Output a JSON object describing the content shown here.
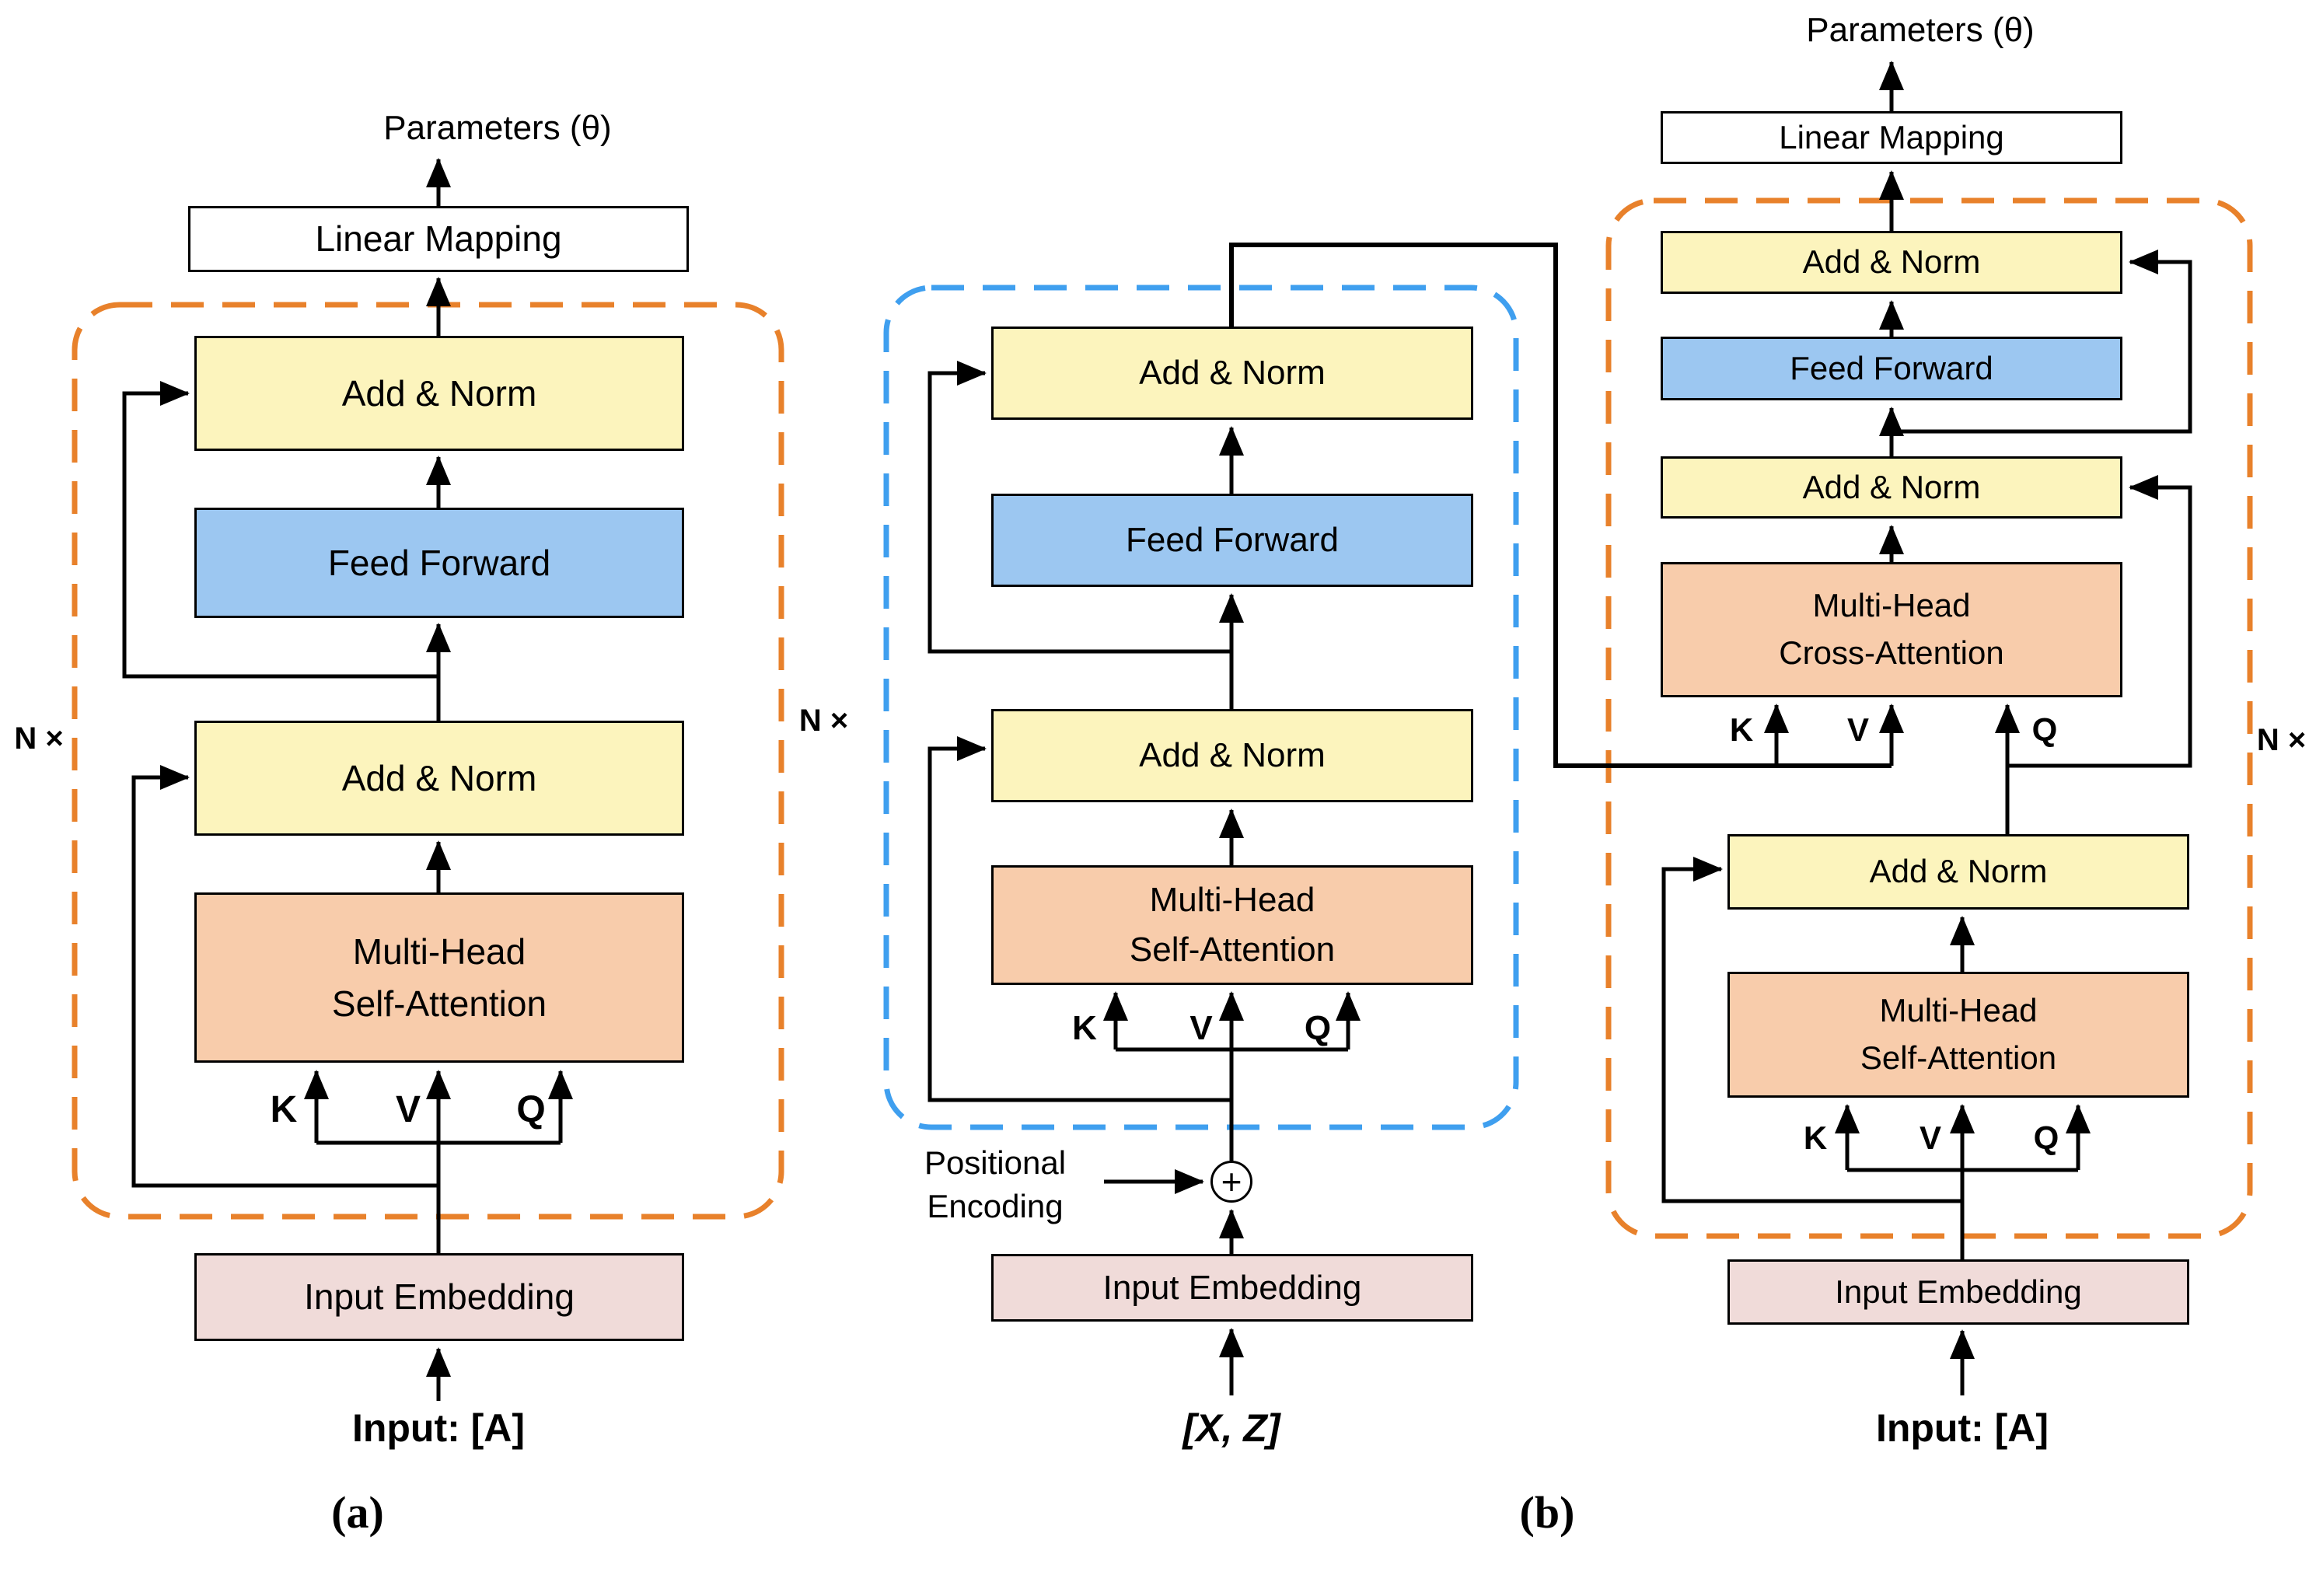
{
  "colors": {
    "box_yellow": "#FCF4BD",
    "box_blue": "#9CC7F1",
    "box_peach": "#F8CCAB",
    "box_pink": "#F0DBD9",
    "box_white": "#FFFFFF",
    "dash_orange": "#E8812B",
    "dash_blue": "#3F9FEF",
    "line_black": "#000000"
  },
  "panel_a": {
    "caption": "(a)",
    "parameters_label": "Parameters (θ)",
    "repeat_label": "N ×",
    "linear_mapping": "Linear Mapping",
    "add_norm_top": "Add & Norm",
    "feed_forward": "Feed Forward",
    "add_norm_bottom": "Add & Norm",
    "attention_line1": "Multi-Head",
    "attention_line2": "Self-Attention",
    "k": "K",
    "v": "V",
    "q": "Q",
    "input_embedding": "Input Embedding",
    "input_label": "Input: [A]"
  },
  "panel_b": {
    "caption": "(b)",
    "encoder": {
      "repeat_label": "N ×",
      "add_norm_top": "Add & Norm",
      "feed_forward": "Feed Forward",
      "add_norm_bottom": "Add & Norm",
      "attention_line1": "Multi-Head",
      "attention_line2": "Self-Attention",
      "k": "K",
      "v": "V",
      "q": "Q",
      "positional_line1": "Positional",
      "positional_line2": "Encoding",
      "plus": "+",
      "input_embedding": "Input Embedding",
      "input_label": "[X, Z]"
    },
    "decoder": {
      "parameters_label": "Parameters (θ)",
      "repeat_label": "N ×",
      "linear_mapping": "Linear Mapping",
      "add_norm_1": "Add & Norm",
      "feed_forward": "Feed Forward",
      "add_norm_2": "Add & Norm",
      "cross_attention_line1": "Multi-Head",
      "cross_attention_line2": "Cross-Attention",
      "cross_k": "K",
      "cross_v": "V",
      "cross_q": "Q",
      "add_norm_3": "Add & Norm",
      "self_attention_line1": "Multi-Head",
      "self_attention_line2": "Self-Attention",
      "self_k": "K",
      "self_v": "V",
      "self_q": "Q",
      "input_embedding": "Input Embedding",
      "input_label": "Input: [A]"
    }
  }
}
